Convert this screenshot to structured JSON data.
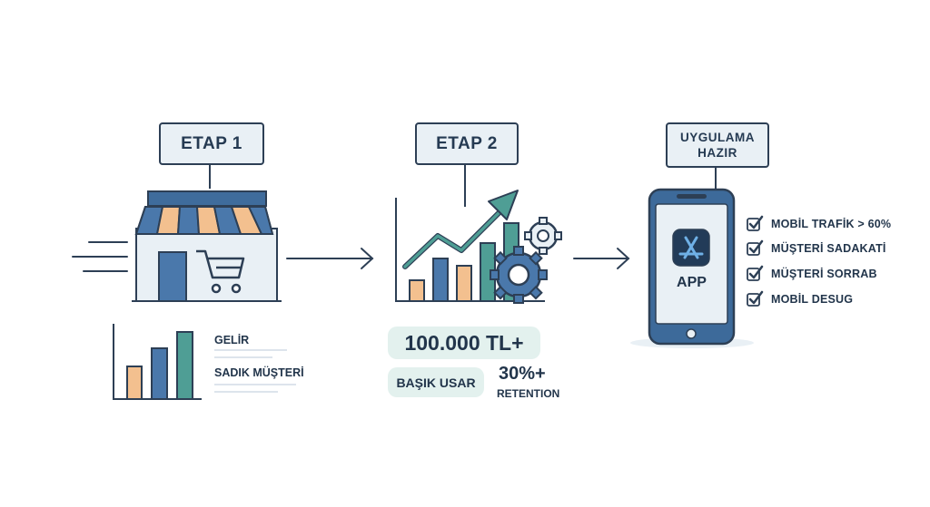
{
  "stage1": {
    "label": "ETAP 1",
    "legend": [
      "GELİR",
      "SADIK MÜŞTERİ"
    ]
  },
  "stage2": {
    "label": "ETAP 2",
    "revenue": "100.000 TL+",
    "badge": "BAŞIK USAR",
    "retention_value": "30%+",
    "retention_label": "RETENTION"
  },
  "stage3": {
    "label_line1": "UYGULAMA",
    "label_line2": "HAZIR",
    "app_label": "APP",
    "checklist": [
      "MOBİL TRAFİK > 60%",
      "MÜŞTERİ SADAKATİ",
      "MÜŞTERİ SORRAB",
      "MOBİL DESUG"
    ]
  },
  "colors": {
    "navy": "#2d3f55",
    "blue": "#4a78ab",
    "orange": "#f3c08f",
    "teal": "#4f9e95",
    "light_bg": "#e9f0f5",
    "mint": "#e3f1ee"
  }
}
